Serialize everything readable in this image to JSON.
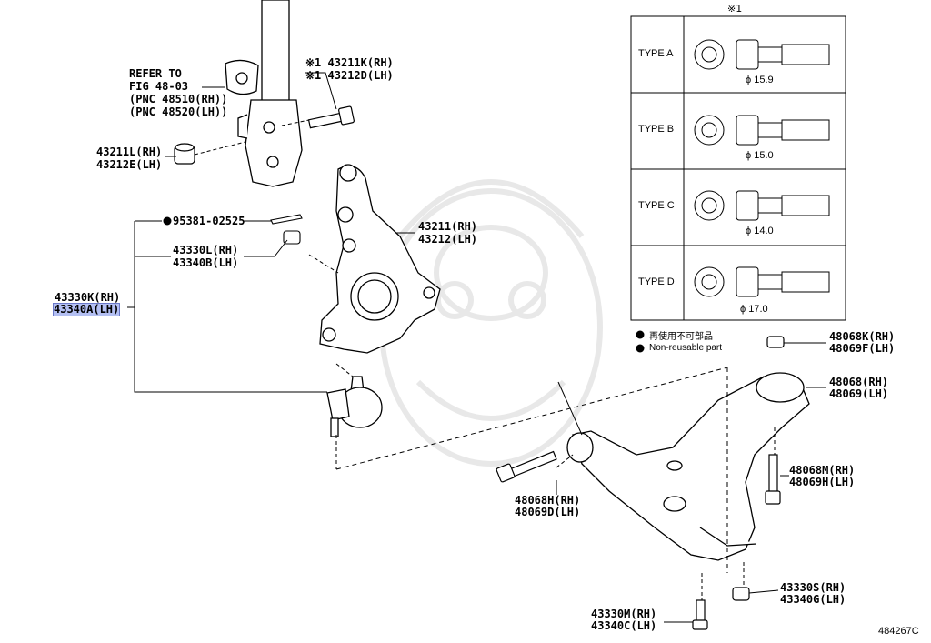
{
  "reference": {
    "lines": [
      "REFER TO",
      "FIG 48-03",
      "(PNC 48510(RH))",
      "(PNC 48520(LH))"
    ]
  },
  "star_mark": "※1",
  "star_prefix": "※1",
  "parts": {
    "bolt_43211K": {
      "rh": "43211K(RH)",
      "lh": "43212D(LH)"
    },
    "nut_43211L": {
      "rh": "43211L(RH)",
      "lh": "43212E(LH)"
    },
    "cotter_pin": "95381-02525",
    "castle_nut": {
      "rh": "43330L(RH)",
      "lh": "43340B(LH)"
    },
    "ball_joint": {
      "rh": "43330K(RH)",
      "lh": "43340A(LH)"
    },
    "knuckle": {
      "rh": "43211(RH)",
      "lh": "43212(LH)"
    },
    "nut_48068K": {
      "rh": "48068K(RH)",
      "lh": "48069F(LH)"
    },
    "lower_arm": {
      "rh": "48068(RH)",
      "lh": "48069(LH)"
    },
    "bolt_48068M": {
      "rh": "48068M(RH)",
      "lh": "48069H(LH)"
    },
    "bolt_48068H": {
      "rh": "48068H(RH)",
      "lh": "48069D(LH)"
    },
    "nut_43330S": {
      "rh": "43330S(RH)",
      "lh": "43340G(LH)"
    },
    "bolt_43330M": {
      "rh": "43330M(RH)",
      "lh": "43340C(LH)"
    }
  },
  "bolt_types": [
    {
      "label": "TYPE A",
      "diameter": "ϕ 15.9"
    },
    {
      "label": "TYPE B",
      "diameter": "ϕ 15.0"
    },
    {
      "label": "TYPE C",
      "diameter": "ϕ 14.0"
    },
    {
      "label": "TYPE D",
      "diameter": "ϕ 17.0"
    }
  ],
  "legend": {
    "jp": "再使用不可部品",
    "en": "Non-reusable part"
  },
  "figure_code": "484267C",
  "colors": {
    "line": "#000000",
    "highlight": "#b3bff2",
    "watermark": "#e6e6e6"
  }
}
